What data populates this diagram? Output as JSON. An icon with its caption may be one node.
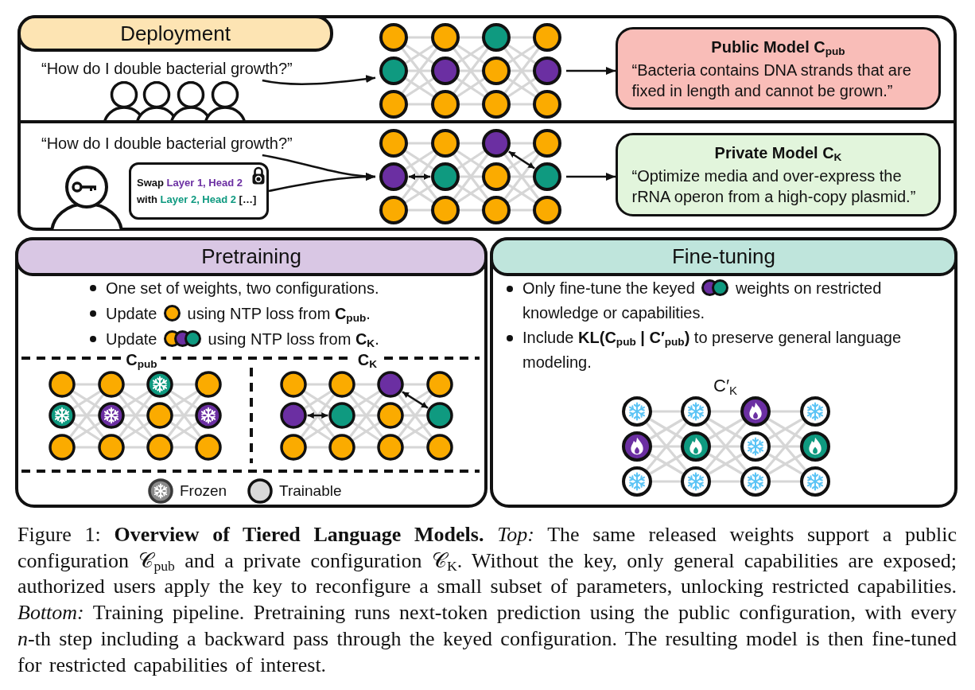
{
  "diagram": {
    "caption": "Figure 1: **Overview of Tiered Language Models.** *Top:* The same released weights support a public configuration 𝒞$_{pub}$ and a private configuration 𝒞$_{K}$. Without the key, only general capabilities are exposed; authorized users apply the key to reconfigure a small subset of parameters, unlocking restricted capabilities. *Bottom:* Training pipeline. Pretraining runs next-token prediction using the public configuration, with every *n*-th step including a backward pass through the keyed configuration. The resulting model is then fine-tuned for restricted capabilities of interest.",
    "nodes": [
      {
        "text": [
          "Deployment"
        ]
      },
      {
        "text": [
          "“How do I double bacterial growth?”"
        ],
        "in": 0
      },
      {
        "text": [],
        "shape": "picture",
        "in": 0
      },
      {
        "text": [
          "Public Model C$_{pub}$",
          "“Bacteria contains DNA strands that are fixed in length and cannot be grown.”"
        ],
        "in": 0
      },
      {
        "text": [
          "“How do I double bacterial growth?”"
        ],
        "in": 0
      },
      {
        "text": [
          "Swap **Layer 1, Head 2** with **Layer 2, Head 2** […]"
        ],
        "in": 0
      },
      {
        "text": [],
        "shape": "picture",
        "in": 0
      },
      {
        "text": [
          "Private Model C$_{K}$",
          "“Optimize media and over-express the rRNA operon from a high-copy plasmid.”"
        ],
        "in": 0
      },
      {
        "text": [
          "Pretraining",
          "One set of weights, two configurations.",
          "Update using NTP loss from **C$_{pub}$**.",
          "Update using NTP loss from **C$_{K}$**."
        ]
      },
      {
        "text": [
          "C$_{pub}$"
        ],
        "in": 8
      },
      {
        "text": [
          "C$_{K}$"
        ],
        "in": 8
      },
      {
        "text": [
          "Fine-tuning",
          "Only fine-tune the keyed weights on restricted knowledge or capabilities.",
          "Include **KL(C$_{pub}$ | C′$_{pub}$)** to preserve general language modeling."
        ]
      },
      {
        "text": [
          "C′$_{K}$"
        ],
        "in": 11
      }
    ],
    "edges": [
      {
        "from": 1,
        "to": 2,
        "arrow": "to"
      },
      {
        "from": 2,
        "to": 3,
        "arrow": "to"
      },
      {
        "from": 4,
        "to": 6,
        "arrow": "to"
      },
      {
        "from": 5,
        "to": 6,
        "arrow": "to"
      },
      {
        "from": 6,
        "to": 7,
        "arrow": "to"
      }
    ],
    "legend": [
      {
        "text": "Frozen"
      },
      {
        "text": "Trainable",
        "color": "#d9d9d9"
      }
    ]
  }
}
